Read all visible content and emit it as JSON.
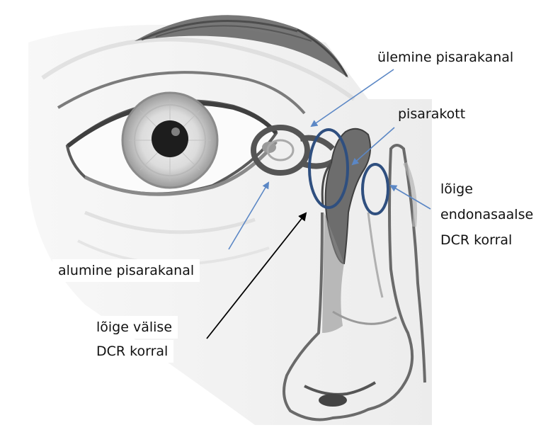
{
  "labels": {
    "upper_canaliculus": "ülemine pisarakanal",
    "lacrimal_sac": "pisarakott",
    "endonasal_incision_line1": "lõige",
    "endonasal_incision_line2": "endonasaalse",
    "endonasal_incision_line3": "DCR korral",
    "lower_canaliculus": "alumine pisarakanal",
    "external_incision_line1": "lõige välise",
    "external_incision_line2": "DCR korral"
  },
  "colors": {
    "arrow_blue": "#5b87c5",
    "ellipse_blue": "#2f4f7f",
    "arrow_black": "#000000",
    "sketch_gray": "#6d6d6d"
  }
}
